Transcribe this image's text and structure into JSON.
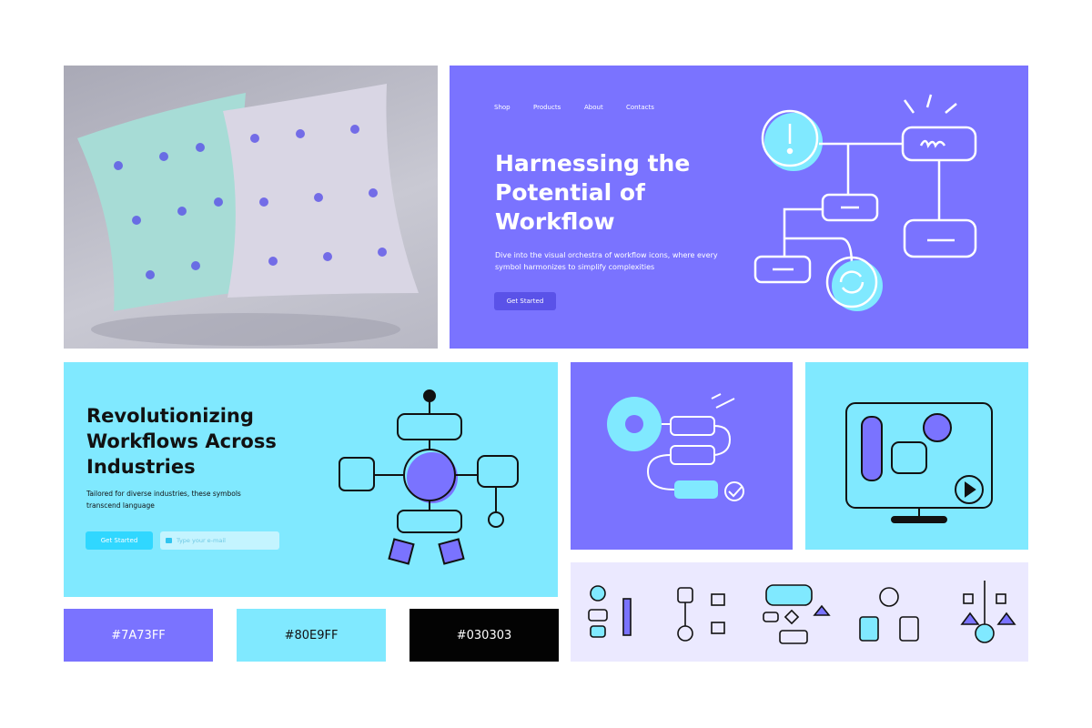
{
  "hero": {
    "nav": [
      "Shop",
      "Products",
      "About",
      "Contacts"
    ],
    "title": "Harnessing the Potential of Workflow",
    "subtitle": "Dive into the visual orchestra of workflow icons, where every symbol harmonizes to simplify complexities",
    "cta": "Get Started"
  },
  "cyan_section": {
    "title": "Revolutionizing Workflows Across Industries",
    "subtitle": "Tailored for diverse industries, these symbols transcend language",
    "cta": "Get Started",
    "email_placeholder": "Type your e-mail",
    "email_icon": "mail-icon"
  },
  "palette": [
    {
      "label": "#7A73FF",
      "color": "#7a73ff"
    },
    {
      "label": "#80E9FF",
      "color": "#80e9ff"
    },
    {
      "label": "#030303",
      "color": "#030303"
    }
  ],
  "colors": {
    "accent": "#7a73ff",
    "secondary": "#80e9ff",
    "dark": "#030303",
    "button": "#5a52e8"
  }
}
